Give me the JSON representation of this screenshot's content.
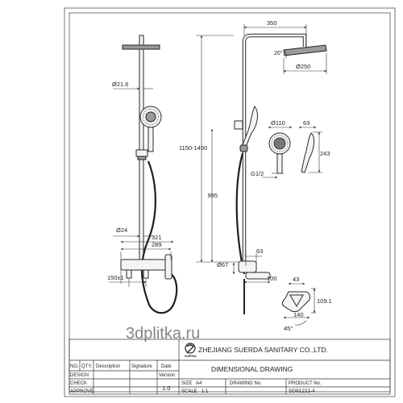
{
  "dimensions": {
    "arm_length": "350",
    "head_angle": "20°",
    "head_diameter": "Ø250",
    "pipe_diameter": "Ø21.6",
    "height_range": "1150-1450",
    "handshower_diameter": "Ø110",
    "handshower_depth": "63",
    "handshower_length": "243",
    "thread": "G1/2",
    "rail_height": "995",
    "bar_diameter": "Ø24",
    "width_total": "321",
    "width_inner": "289",
    "centers": "150±1",
    "valve_depth": "63",
    "spout_diameter": "Ø67",
    "spout_length": "100",
    "spout_width": "43",
    "spout_height": "109.1",
    "spout_projection": "140",
    "spout_angle": "45°"
  },
  "watermark": "3dplitka.ru",
  "title_block": {
    "company": "ZHEJIANG SUERDA SANITARY CO.,LTD.",
    "logo_text": "SUERDA",
    "headers": {
      "no": "NO.",
      "qty": "QTY.",
      "description": "Description",
      "signature": "Signature",
      "date": "Date"
    },
    "row_design": "DESIGN",
    "row_check": "CHECK",
    "row_approve": "APPROVE",
    "version_label": "Version",
    "version_value": "1.0",
    "size_label": "SIZE",
    "size_value": "A4",
    "scale_label": "SCALE",
    "scale_value": "1:1",
    "drawing_title": "DIMENSIONAL DRAWING",
    "drawing_no_label": "DRAWING No.",
    "product_no_label": "PRODUCT No.",
    "product_no_value": "SD91221-4"
  }
}
